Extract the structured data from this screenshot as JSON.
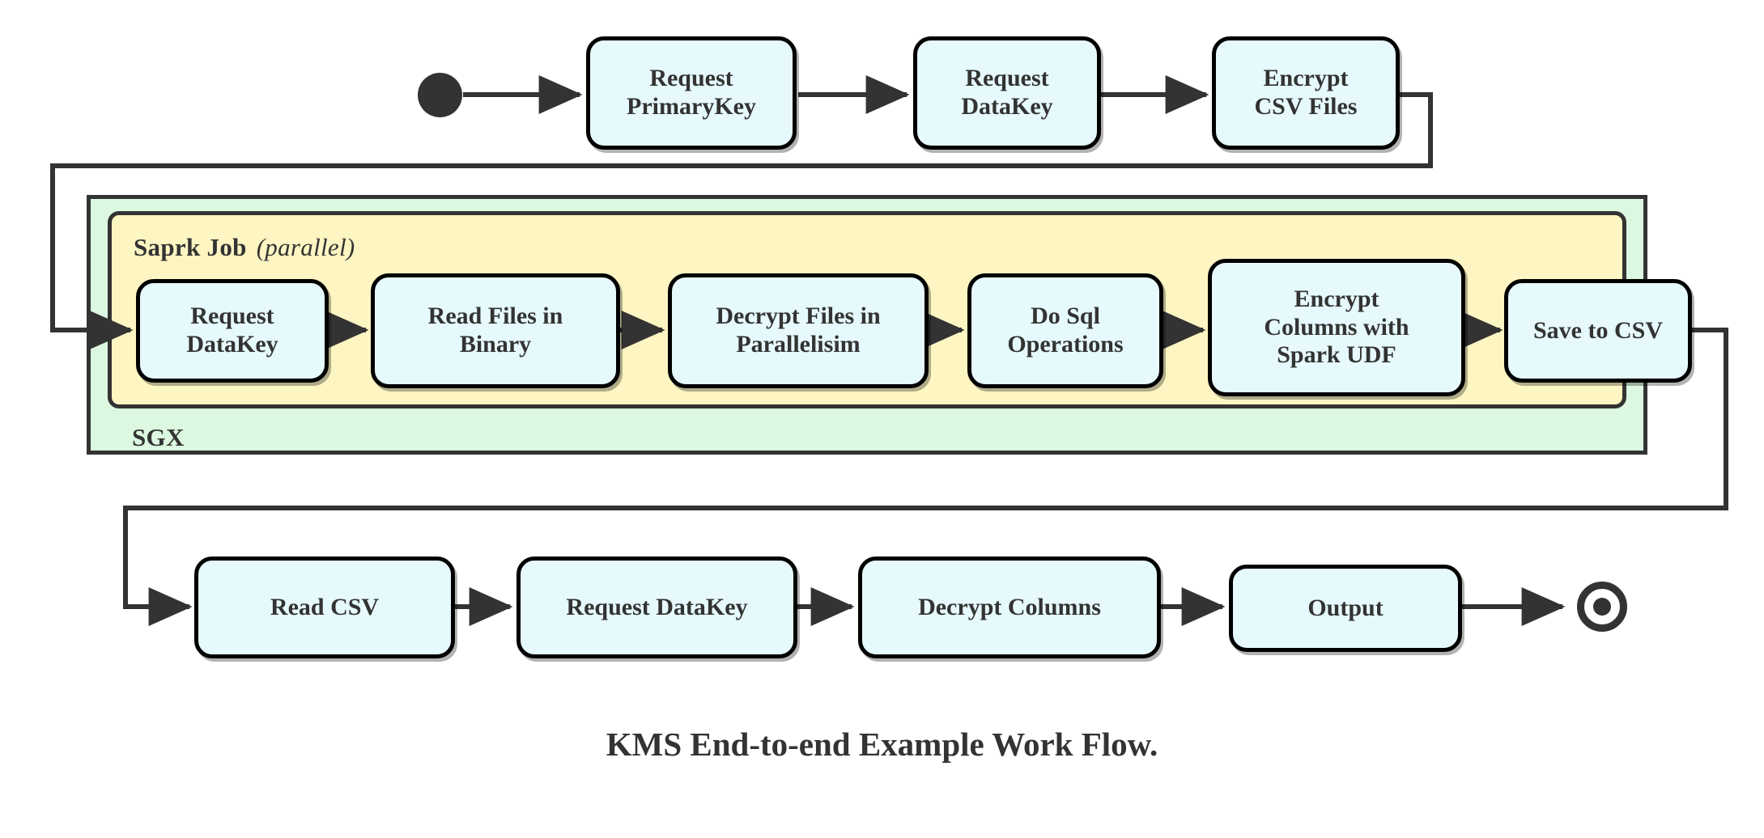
{
  "diagram": {
    "caption": "KMS End-to-end Example Work Flow.",
    "colors": {
      "node_fill": "#e6f9fc",
      "node_stroke": "#000000",
      "sgx_fill": "#dcf8e1",
      "spark_fill": "#fdf5c2",
      "region_stroke": "#333333",
      "arrow": "#333333",
      "text": "#333333"
    },
    "regions": {
      "sgx": {
        "label": "SGX"
      },
      "spark": {
        "label": "Saprk Job",
        "qualifier": "(parallel)"
      }
    },
    "terminals": {
      "start": "start-node",
      "end": "end-node"
    },
    "rows": [
      {
        "name": "top-row",
        "nodes": [
          {
            "id": "request-primarykey",
            "label": "Request\nPrimaryKey"
          },
          {
            "id": "request-datakey-top",
            "label": "Request\nDataKey"
          },
          {
            "id": "encrypt-csv-files",
            "label": "Encrypt\nCSV Files"
          }
        ]
      },
      {
        "name": "spark-row",
        "nodes": [
          {
            "id": "request-datakey-spark",
            "label": "Request\nDataKey"
          },
          {
            "id": "read-files-in-binary",
            "label": "Read Files in\nBinary"
          },
          {
            "id": "decrypt-files-in-parallelisim",
            "label": "Decrypt Files in\nParallelisim"
          },
          {
            "id": "do-sql-operations",
            "label": "Do Sql\nOperations"
          },
          {
            "id": "encrypt-columns-with-spark-udf",
            "label": "Encrypt\nColumns with\nSpark UDF"
          },
          {
            "id": "save-to-csv",
            "label": "Save to CSV"
          }
        ]
      },
      {
        "name": "bottom-row",
        "nodes": [
          {
            "id": "read-csv",
            "label": "Read CSV"
          },
          {
            "id": "request-datakey-bottom",
            "label": "Request DataKey"
          },
          {
            "id": "decrypt-columns",
            "label": "Decrypt Columns"
          },
          {
            "id": "output",
            "label": "Output"
          }
        ]
      }
    ],
    "edges": [
      {
        "from": "start-node",
        "to": "request-primarykey"
      },
      {
        "from": "request-primarykey",
        "to": "request-datakey-top"
      },
      {
        "from": "request-datakey-top",
        "to": "encrypt-csv-files"
      },
      {
        "from": "encrypt-csv-files",
        "to": "request-datakey-spark"
      },
      {
        "from": "request-datakey-spark",
        "to": "read-files-in-binary"
      },
      {
        "from": "read-files-in-binary",
        "to": "decrypt-files-in-parallelisim"
      },
      {
        "from": "decrypt-files-in-parallelisim",
        "to": "do-sql-operations"
      },
      {
        "from": "do-sql-operations",
        "to": "encrypt-columns-with-spark-udf"
      },
      {
        "from": "encrypt-columns-with-spark-udf",
        "to": "save-to-csv"
      },
      {
        "from": "save-to-csv",
        "to": "read-csv"
      },
      {
        "from": "read-csv",
        "to": "request-datakey-bottom"
      },
      {
        "from": "request-datakey-bottom",
        "to": "decrypt-columns"
      },
      {
        "from": "decrypt-columns",
        "to": "output"
      },
      {
        "from": "output",
        "to": "end-node"
      }
    ]
  }
}
